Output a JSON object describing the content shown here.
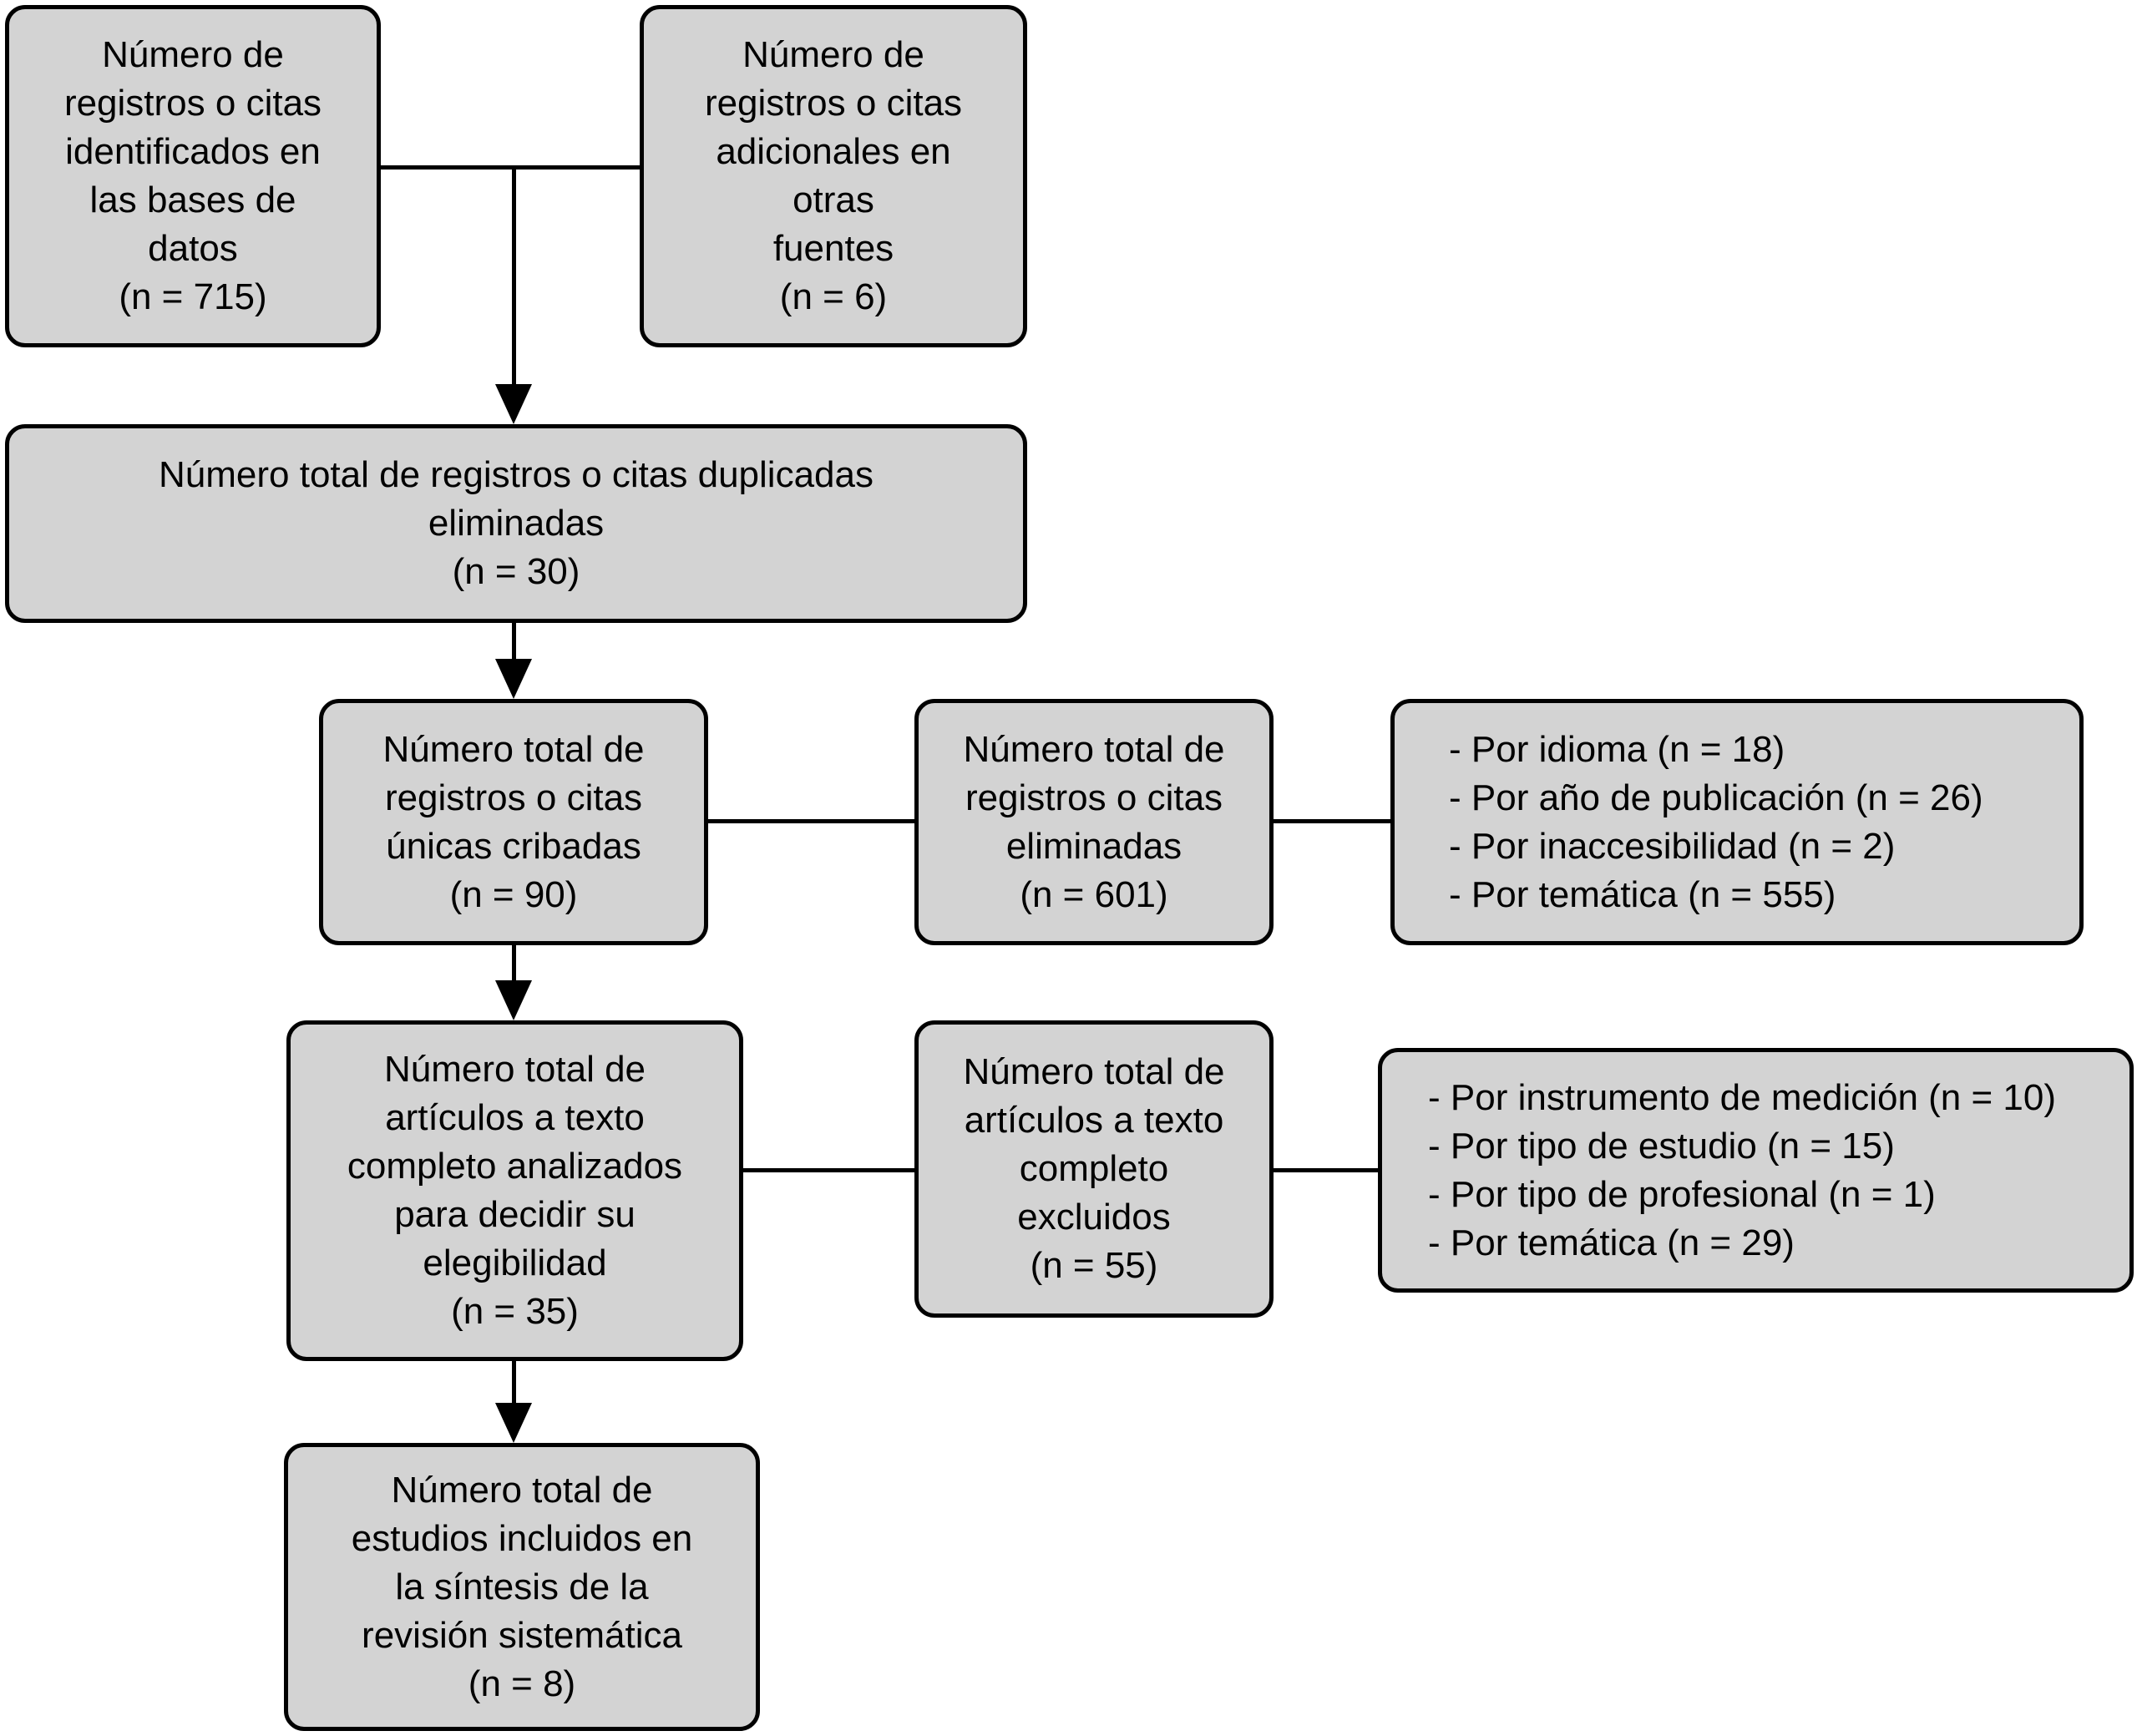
{
  "colors": {
    "box_fill": "#d3d3d3",
    "box_border": "#000000",
    "background": "#ffffff",
    "text": "#000000"
  },
  "boxes": {
    "identified": {
      "n": "715",
      "lines": [
        "Número de",
        "registros o citas",
        "identificados en",
        "las bases de",
        "datos",
        "(n = 715)"
      ]
    },
    "additional": {
      "n": "6",
      "lines": [
        "Número de",
        "registros o citas",
        "adicionales en",
        "otras",
        "fuentes",
        "(n = 6)"
      ]
    },
    "duplicates_removed": {
      "n": "30",
      "lines": [
        "Número total de registros o citas duplicadas",
        "eliminadas",
        "(n = 30)"
      ]
    },
    "unique_screened": {
      "n": "90",
      "lines": [
        "Número total de",
        "registros o citas",
        "únicas cribadas",
        "(n = 90)"
      ]
    },
    "records_eliminated": {
      "n": "601",
      "lines": [
        "Número total de",
        "registros o citas",
        "eliminadas",
        "(n = 601)"
      ]
    },
    "elimination_reasons": {
      "lines": [
        "- Por idioma (n = 18)",
        "- Por año de publicación (n = 26)",
        "- Por inaccesibilidad (n = 2)",
        "- Por temática (n = 555)"
      ]
    },
    "fulltext_assessed": {
      "n": "35",
      "lines": [
        "Número total de",
        "artículos a texto",
        "completo analizados",
        "para decidir su",
        "elegibilidad",
        "(n = 35)"
      ]
    },
    "fulltext_excluded": {
      "n": "55",
      "lines": [
        "Número total de",
        "artículos a texto",
        "completo",
        "excluidos",
        "(n = 55)"
      ]
    },
    "exclusion_reasons": {
      "lines": [
        "- Por instrumento de medición (n = 10)",
        "- Por tipo de estudio (n = 15)",
        "- Por tipo de profesional (n = 1)",
        "- Por temática (n = 29)"
      ]
    },
    "included": {
      "n": "8",
      "lines": [
        "Número total de",
        "estudios incluidos en",
        "la síntesis de la",
        "revisión sistemática",
        "(n = 8)"
      ]
    }
  }
}
